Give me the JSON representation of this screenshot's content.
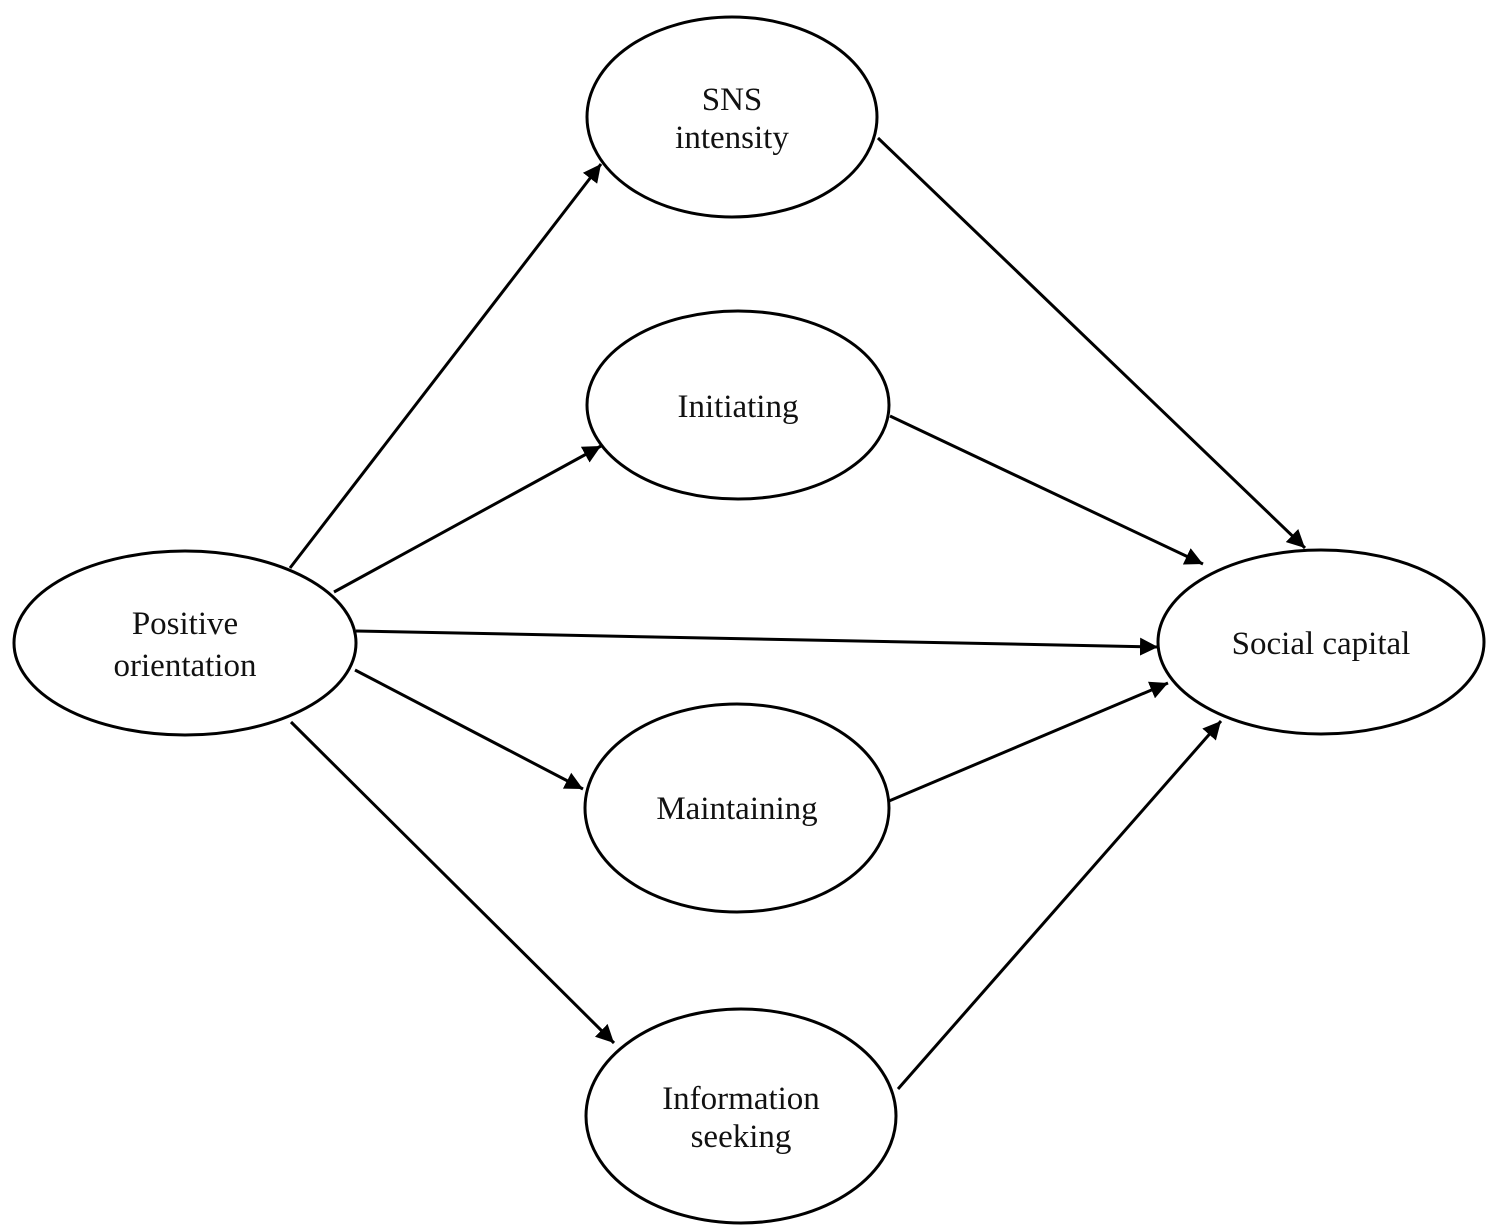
{
  "nodes": {
    "positive_orientation": {
      "line1": "Positive",
      "line2": "orientation"
    },
    "sns_intensity": {
      "line1": "SNS",
      "line2": "intensity"
    },
    "initiating": {
      "label": "Initiating"
    },
    "maintaining": {
      "label": "Maintaining"
    },
    "information_seeking": {
      "line1": "Information",
      "line2": "seeking"
    },
    "social_capital": {
      "label": "Social capital"
    }
  },
  "edges": [
    {
      "from": "Positive orientation",
      "to": "SNS intensity"
    },
    {
      "from": "Positive orientation",
      "to": "Initiating"
    },
    {
      "from": "Positive orientation",
      "to": "Social capital"
    },
    {
      "from": "Positive orientation",
      "to": "Maintaining"
    },
    {
      "from": "Positive orientation",
      "to": "Information seeking"
    },
    {
      "from": "SNS intensity",
      "to": "Social capital"
    },
    {
      "from": "Initiating",
      "to": "Social capital"
    },
    {
      "from": "Maintaining",
      "to": "Social capital"
    },
    {
      "from": "Information seeking",
      "to": "Social capital"
    }
  ],
  "colors": {
    "stroke": "#000000",
    "background": "#ffffff"
  }
}
